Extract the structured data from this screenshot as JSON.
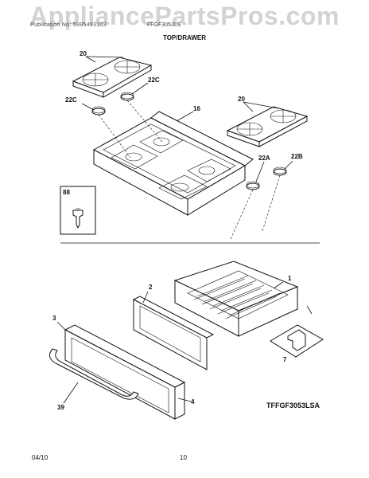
{
  "watermark": "AppliancePartsPros.com",
  "header": {
    "left": "Publication No: 5995493103",
    "middle": "FFGF3053LS",
    "title": "TOP/DRAWER"
  },
  "parts": {
    "grate_left": "20",
    "grate_right": "20",
    "cap_22c_upper": "22C",
    "cap_22c_lower": "22C",
    "cooktop": "16",
    "cap_22a": "22A",
    "cap_22b": "22B",
    "screw_box": "88",
    "drawer_body": "1",
    "drawer_liner": "2",
    "drawer_front": "3",
    "drawer_handle": "39",
    "drawer_panel": "4",
    "roller_box": "7"
  },
  "model_code": "TFFGF3053LSA",
  "footer": {
    "date": "04/10",
    "page": "10"
  }
}
